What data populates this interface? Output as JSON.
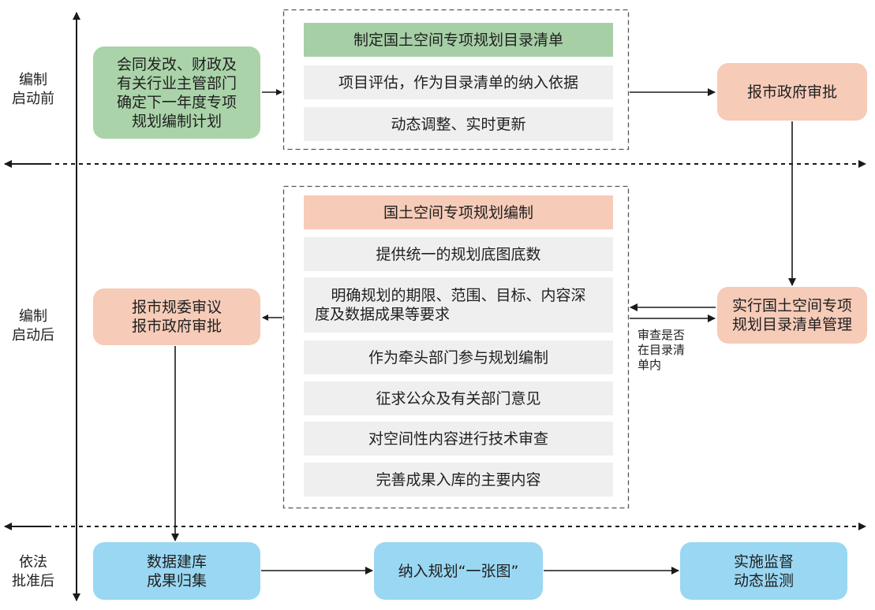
{
  "phases": {
    "before": [
      "编制",
      "启动前"
    ],
    "after": [
      "编制",
      "启动后"
    ],
    "approved": [
      "依法",
      "批准后"
    ]
  },
  "top": {
    "left_box": [
      "会同发改、财政及",
      "有关行业主管部门",
      "确定下一年度专项",
      "规划编制计划"
    ],
    "frame_header": "制定国土空间专项规划目录清单",
    "frame_rows": [
      "项目评估，作为目录清单的纳入依据",
      "动态调整、实时更新"
    ],
    "right_box": "报市政府审批"
  },
  "middle": {
    "frame_header": "国土空间专项规划编制",
    "row_base_map": "提供统一的规划底图底数",
    "row_requirements": [
      "明确规划的期限、范围、目标、内容深",
      "度及数据成果等要求"
    ],
    "row_lead": "作为牵头部门参与规划编制",
    "row_consult": "征求公众及有关部门意见",
    "row_review": "对空间性内容进行技术审查",
    "row_refine": "完善成果入库的主要内容",
    "left_box": [
      "报市规委审议",
      "报市政府审批"
    ],
    "right_box": [
      "实行国土空间专项",
      "规划目录清单管理"
    ],
    "note": [
      "审查是否",
      "在目录清",
      "单内"
    ]
  },
  "bottom": {
    "box_1": [
      "数据建库",
      "成果归集"
    ],
    "box_2": "纳入规划“一张图”",
    "box_3": [
      "实施监督",
      "动态监测"
    ]
  },
  "colors": {
    "green": "#aad3a9",
    "salmon": "#f6cbb8",
    "gray": "#efefef",
    "blue": "#9ad7f3",
    "text": "#1f1f1f",
    "arrow": "#1a1a1a"
  }
}
